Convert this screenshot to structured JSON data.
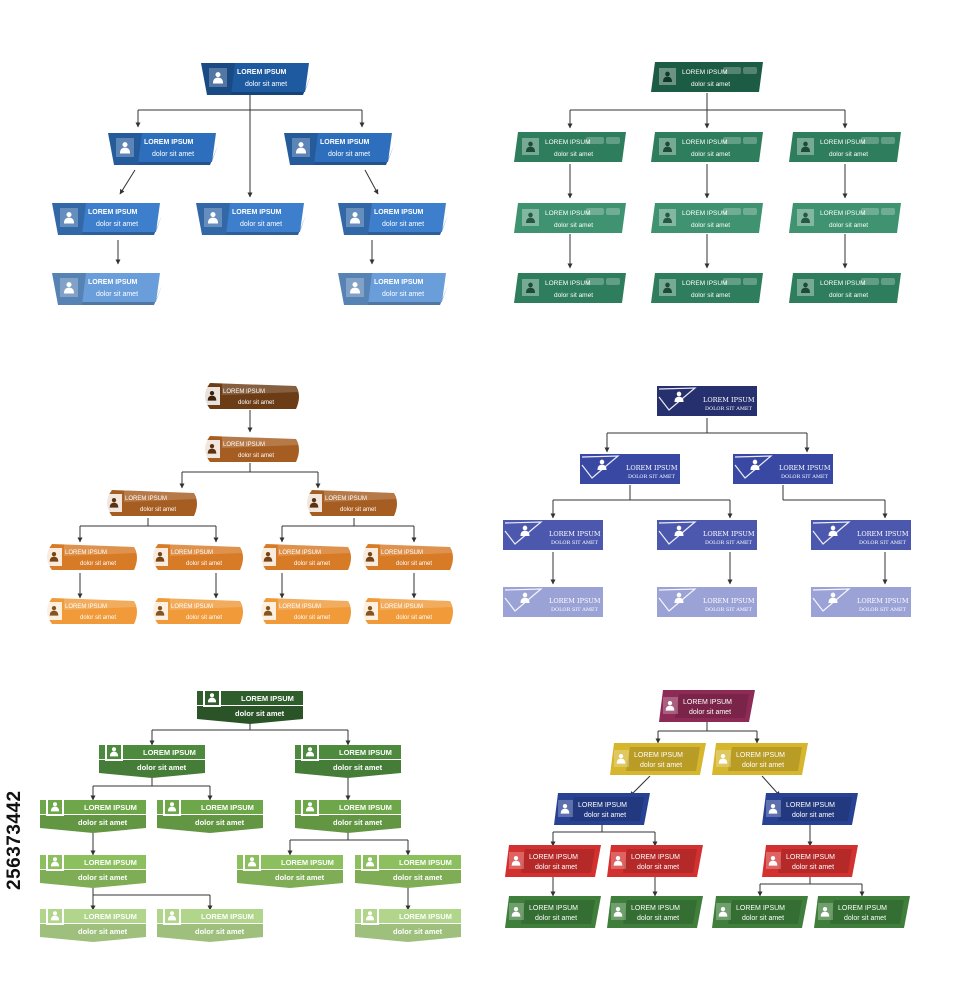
{
  "charts": [
    {
      "id": "chart-blue-skewed",
      "title_text": "LOREM IPSUM",
      "subtitle_text": "dolor sit amet",
      "palette": [
        "#1e5aa0",
        "#2e6fbd",
        "#3d7fcc",
        "#6a9edb"
      ]
    },
    {
      "id": "chart-green-dark",
      "title_text": "LOREM IPSUM",
      "subtitle_text": "dolor sit amet",
      "palette": [
        "#1c5b44",
        "#2e7d5c",
        "#3f9370"
      ]
    },
    {
      "id": "chart-brown-orange",
      "title_text": "LOREM IPSUM",
      "subtitle_text": "dolor sit amet",
      "palette": [
        "#6b3c16",
        "#a65d22",
        "#d77b26",
        "#f09a3a",
        "#f7b65a"
      ]
    },
    {
      "id": "chart-navy-periwinkle",
      "title_text": "LOREM IPSUM",
      "subtitle_text": "DOLOR SIT AMET",
      "palette": [
        "#27306f",
        "#3848a3",
        "#4c58ad",
        "#9aa2d6"
      ]
    },
    {
      "id": "chart-green-ribbons",
      "title_text": "LOREM IPSUM",
      "subtitle_text": "dolor sit amet",
      "palette": [
        "#2f5d2c",
        "#4d8a3e",
        "#6ea74a",
        "#8cc05e",
        "#b1d58a"
      ]
    },
    {
      "id": "chart-multicolor",
      "title_text": "LOREM IPSUM",
      "subtitle_text": "dolor sit amet",
      "palette": [
        "#8e2a56",
        "#d6b62c",
        "#284293",
        "#d2312f",
        "#3f7f3b"
      ]
    }
  ],
  "stock_id": "256373442"
}
